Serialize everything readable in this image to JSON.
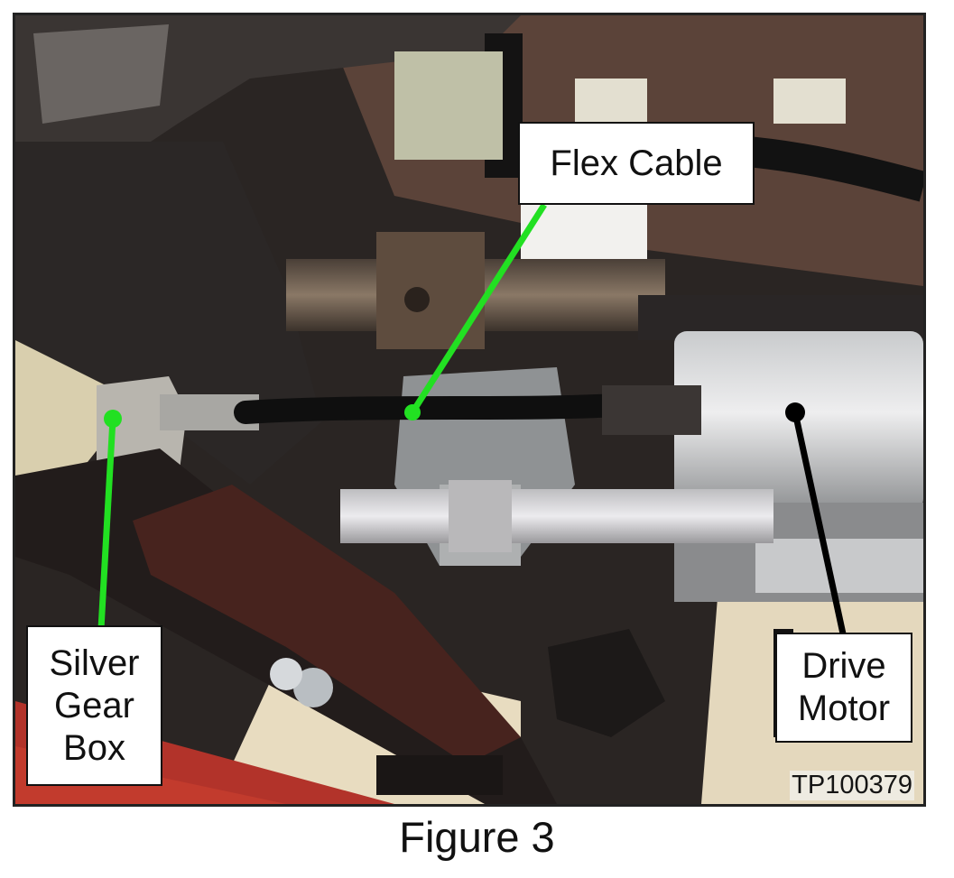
{
  "figure": {
    "caption": "Figure 3",
    "image_id_label": "TP100379"
  },
  "callouts": {
    "flex_cable": {
      "label": "Flex Cable",
      "color": "#22e022"
    },
    "silver_gear_box": {
      "line1": "Silver",
      "line2": "Gear",
      "line3": "Box",
      "color": "#22e022"
    },
    "drive_motor": {
      "line1": "Drive",
      "line2": "Motor",
      "color": "#111111"
    }
  }
}
